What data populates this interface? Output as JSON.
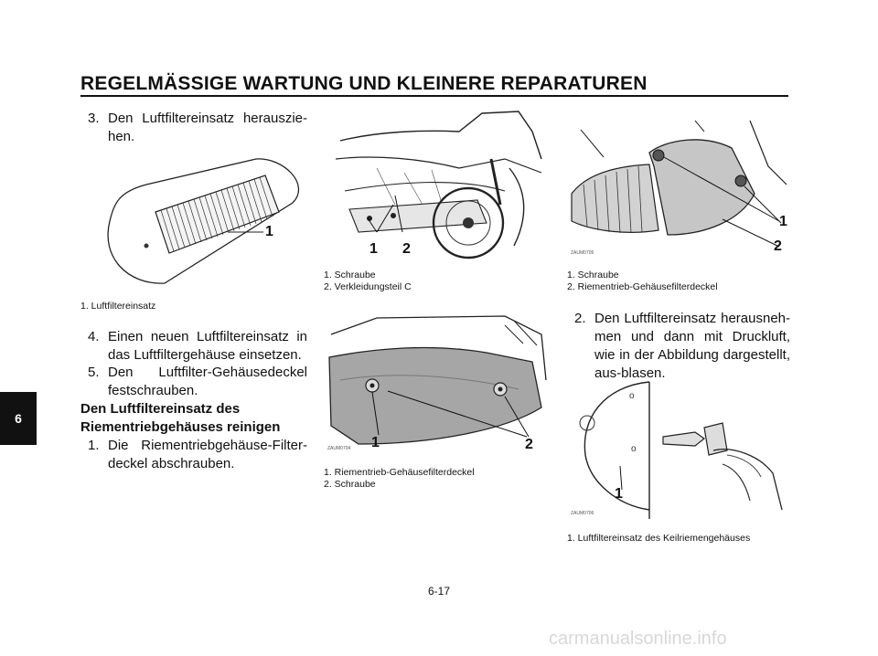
{
  "header": {
    "title": "REGELMÄSSIGE WARTUNG UND KLEINERE REPARATUREN"
  },
  "chapter_tab": "6",
  "left_column": {
    "step3_num": "3.",
    "step3_text": "Den Luftfiltereinsatz herauszie-hen.",
    "fig1_caption": "1. Luftfiltereinsatz",
    "fig1_callout": "1",
    "step4_num": "4.",
    "step4_text": "Einen neuen Luftfiltereinsatz in das Luftfiltergehäuse einsetzen.",
    "step5_num": "5.",
    "step5_text": "Den Luftfilter-Gehäusedeckel festschrauben.",
    "section_heading_line1": "Den Luftfiltereinsatz des",
    "section_heading_line2": "Riementriebgehäuses reinigen",
    "sub1_num": "1.",
    "sub1_text": "Die Riementriebgehäuse-Filter-deckel abschrauben."
  },
  "middle_column": {
    "fig_top_callout_1": "1",
    "fig_top_callout_2": "2",
    "fig_top_caption_1": "1. Schraube",
    "fig_top_caption_2": "2. Verkleidungsteil C",
    "fig_bottom_code": "ZAUM0704",
    "fig_bottom_callout_1": "1",
    "fig_bottom_callout_2": "2",
    "fig_bottom_caption_1": "1. Riementrieb-Gehäusefilterdeckel",
    "fig_bottom_caption_2": "2. Schraube"
  },
  "right_column": {
    "fig_top_code": "ZAUM0705",
    "fig_top_callout_1": "1",
    "fig_top_callout_2": "2",
    "fig_top_caption_1": "1. Schraube",
    "fig_top_caption_2": "2. Riementrieb-Gehäusefilterdeckel",
    "sub2_num": "2.",
    "sub2_text": "Den Luftfiltereinsatz herausneh-men und dann mit Druckluft, wie in der Abbildung dargestellt, aus-blasen.",
    "fig_bottom_code": "ZAUM0706",
    "fig_bottom_callout": "1",
    "fig_bottom_caption": "1. Luftfiltereinsatz des Keilriemengehäuses"
  },
  "footer": {
    "page_number": "6-17",
    "watermark": "carmanualsonline.info"
  }
}
